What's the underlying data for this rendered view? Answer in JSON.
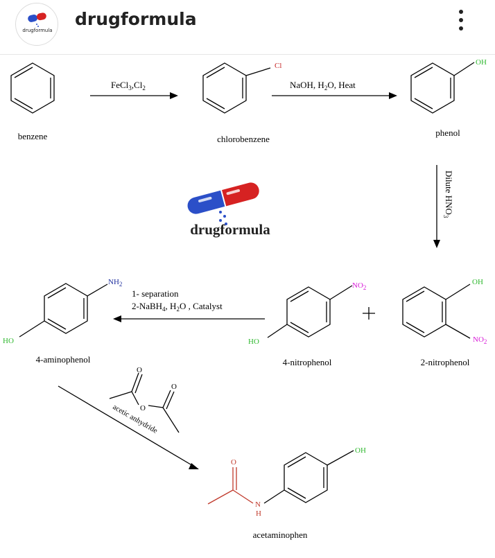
{
  "header": {
    "avatar_text": "drugformula",
    "account_name": "drugformula",
    "more_icon": "more-vertical-icon"
  },
  "colors": {
    "chlorine": "#c62828",
    "hydroxyl": "#2eb82e",
    "nitro": "#d81bd8",
    "amine": "#1f2f9e",
    "amide": "#c0392b",
    "logo_blue": "#2b4fc8",
    "logo_red": "#d62222"
  },
  "scheme": {
    "logo_text": "drugformula",
    "compounds": {
      "benzene": "benzene",
      "chlorobenzene": "chlorobenzene",
      "phenol": "phenol",
      "aminophenol": "4-aminophenol",
      "p_nitrophenol": "4-nitrophenol",
      "o_nitrophenol": "2-nitrophenol",
      "acetaminophen": "acetaminophen"
    },
    "groups": {
      "cl": "Cl",
      "oh": "OH",
      "ho": "HO",
      "no2": "NO",
      "no2_sub": "2",
      "nh2": "NH",
      "nh2_sub": "2",
      "o": "O",
      "n": "N",
      "h": "H"
    },
    "reagents": {
      "step1_a": "FeCl",
      "step1_b": "3",
      "step1_c": ",Cl",
      "step1_d": "2",
      "step2_a": "NaOH, H",
      "step2_b": "2",
      "step2_c": "O, Heat",
      "step3_a": "Dilute HNO",
      "step3_b": "3",
      "step4_line1": "1- separation",
      "step4_a": "2-NaBH",
      "step4_b": "4",
      "step4_c": ", H",
      "step4_d": "2",
      "step4_e": "O , Catalyst",
      "step5": "acetic anhydride",
      "plus": "+"
    }
  }
}
